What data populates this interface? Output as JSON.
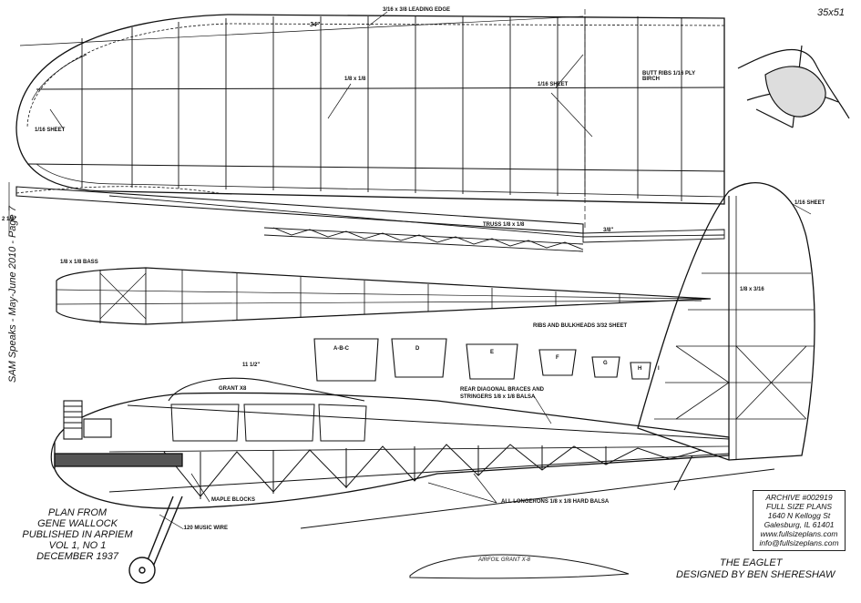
{
  "sheet": {
    "scale_code": "35x51",
    "vertical_note": "SAM Speaks - May-June 2010 - Page 7"
  },
  "wing": {
    "leading_edge_label": "3/16 x 3/8 LEADING EDGE",
    "span_label": "34\"",
    "tip_sheet_label": "1/16 SHEET",
    "spar_label": "1/8 x 1/8",
    "center_sheet_label": "1/16 SHEET",
    "butt_ribs_label": "BUTT RIBS 1/16 PLY BIRCH",
    "dihedral_label": "2 1/2\"",
    "truss_label": "TRUSS 1/8 x 1/8",
    "center_width_label": "3/8\""
  },
  "stabilizer": {
    "bass_label": "1/8 x 1/8 BASS"
  },
  "fin": {
    "sheet_label": "1/16 SHEET",
    "spar_label": "1/8 x 3/16"
  },
  "bulkheads": {
    "title": "RIBS AND BULKHEADS 3/32 SHEET",
    "labels": [
      "A-B-C",
      "D",
      "E",
      "F",
      "G",
      "H",
      "I"
    ]
  },
  "fuselage": {
    "length_label": "11 1/2\"",
    "window_label": "GRANT X8",
    "rear_bracing_label": "REAR DIAGONAL BRACES AND STRINGERS 1/8 x 1/8 BALSA",
    "longerons_label": "ALL LONGERONS 1/8 x 1/8 HARD BALSA",
    "maple_label": "MAPLE BLOCKS",
    "wire_label": ".120 MUSIC WIRE"
  },
  "airfoil": {
    "label": "AIRFOIL GRANT X-8"
  },
  "credits": {
    "plan_from": [
      "PLAN FROM",
      "GENE WALLOCK",
      "PUBLISHED IN ARPIEM",
      "VOL 1, NO 1",
      "DECEMBER 1937"
    ],
    "title": "THE EAGLET",
    "designer": "DESIGNED BY BEN SHERESHAW"
  },
  "archive": {
    "lines": [
      "ARCHIVE #002919",
      "FULL SIZE PLANS",
      "1640 N Kellogg St",
      "Galesburg, IL 61401",
      "www.fullsizeplans.com",
      "info@fullsizeplans.com"
    ]
  }
}
